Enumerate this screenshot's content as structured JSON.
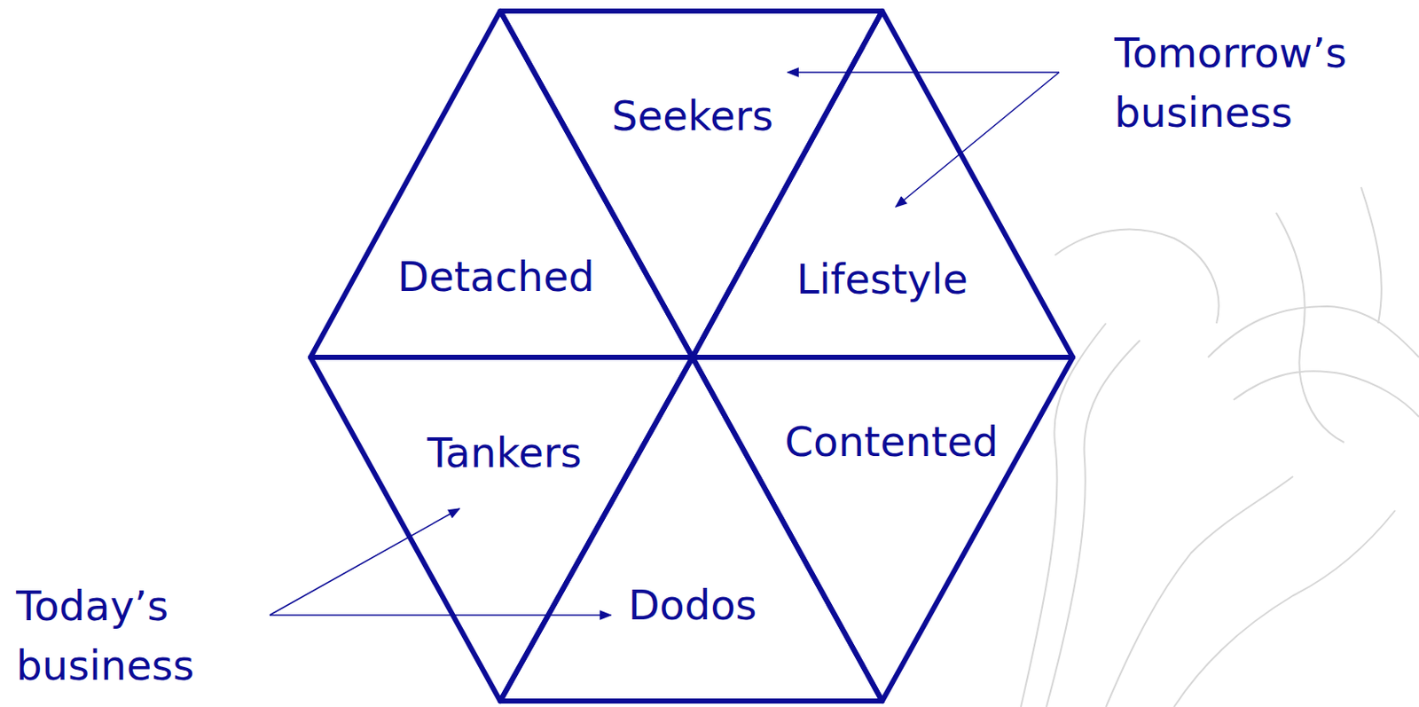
{
  "diagram": {
    "nodes": [
      {
        "text": [
          "Seekers"
        ]
      },
      {
        "text": [
          "Detached"
        ]
      },
      {
        "text": [
          "Lifestyle"
        ]
      },
      {
        "text": [
          "Tankers"
        ]
      },
      {
        "text": [
          "Contented"
        ]
      },
      {
        "text": [
          "Dodos"
        ]
      }
    ],
    "labels": [
      "Tomorrow’s business",
      "Today’s business"
    ]
  }
}
